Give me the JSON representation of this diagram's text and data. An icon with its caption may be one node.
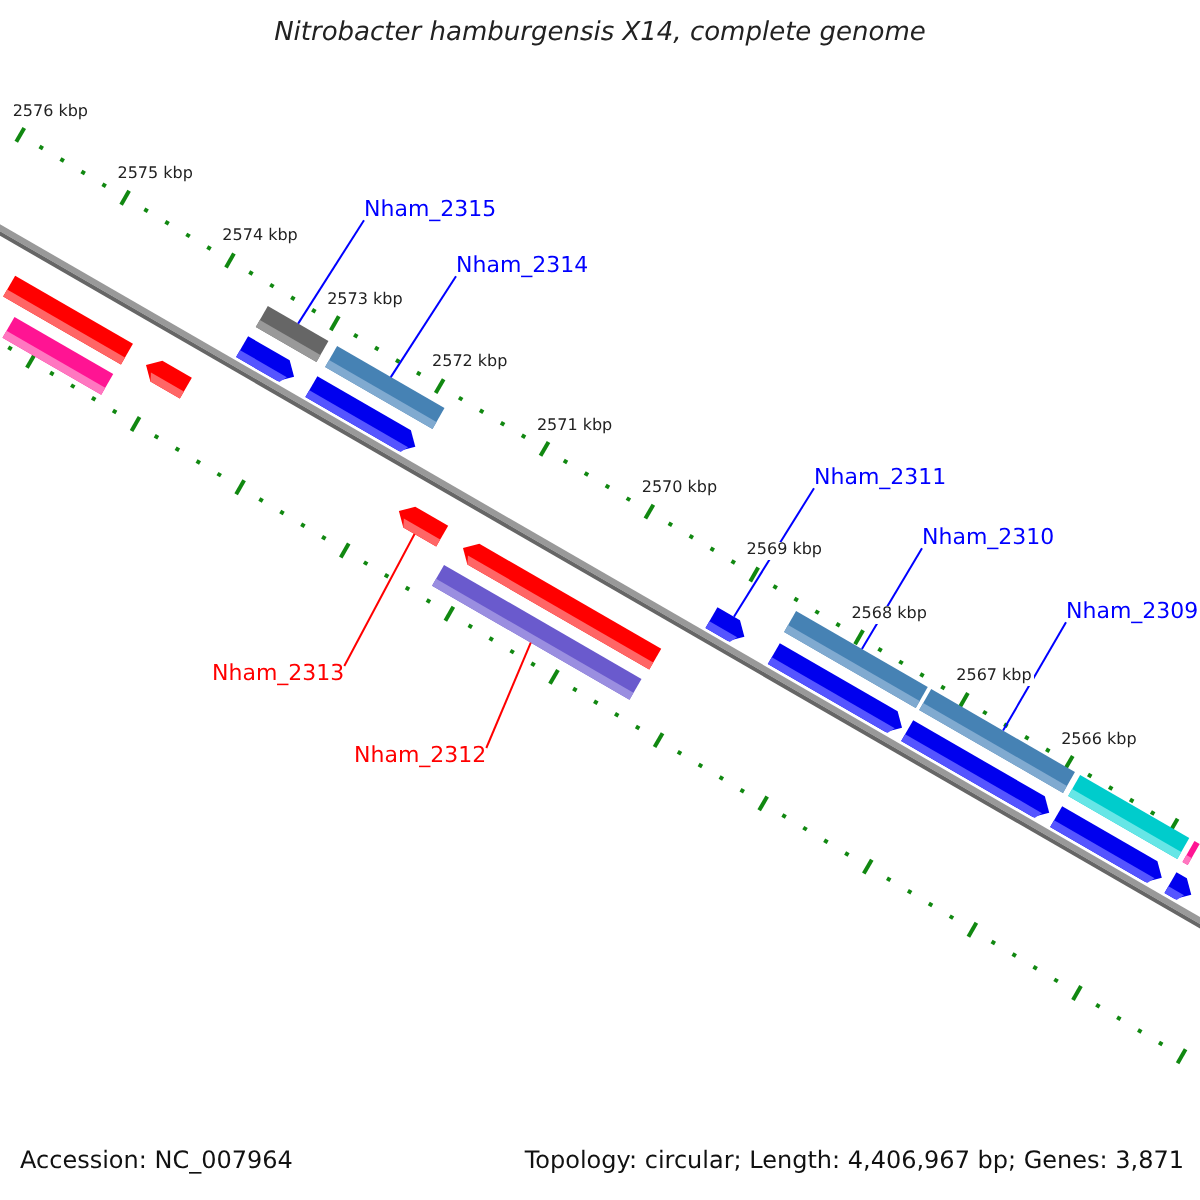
{
  "diagram": {
    "title": "Nitrobacter hamburgensis X14, complete genome",
    "nodes": [
      {
        "text": [
          "Nham_2315"
        ]
      },
      {
        "text": [
          "Nham_2314"
        ]
      },
      {
        "text": [
          "Nham_2311"
        ]
      },
      {
        "text": [
          "Nham_2310"
        ]
      },
      {
        "text": [
          "Nham_2309"
        ]
      },
      {
        "text": [
          "Nham_2313"
        ]
      },
      {
        "text": [
          "Nham_2312"
        ]
      },
      {
        "text": [],
        "shape": "bar"
      },
      {
        "text": [],
        "shape": "bar"
      },
      {
        "text": [],
        "shape": "bar"
      },
      {
        "text": [],
        "shape": "bar"
      },
      {
        "text": [],
        "shape": "bar"
      },
      {
        "text": [],
        "shape": "bar"
      },
      {
        "text": [],
        "shape": "bar"
      },
      {
        "text": [],
        "shape": "bar"
      },
      {
        "text": [],
        "shape": "bar"
      },
      {
        "text": [],
        "shape": "bar"
      },
      {
        "text": [],
        "shape": "bar"
      },
      {
        "text": [],
        "shape": "bar"
      },
      {
        "text": [],
        "shape": "bar"
      },
      {
        "text": [],
        "shape": "bar"
      },
      {
        "text": [],
        "shape": "bar"
      },
      {
        "text": [],
        "shape": "bar"
      },
      {
        "text": [],
        "shape": "bar"
      },
      {
        "text": [],
        "shape": "bar"
      },
      {
        "text": [],
        "shape": "bar"
      }
    ],
    "edges": [
      {
        "from": 0,
        "to": 11,
        "arrow": "none"
      },
      {
        "from": 1,
        "to": 13,
        "arrow": "none"
      },
      {
        "from": 2,
        "to": 17,
        "arrow": "none"
      },
      {
        "from": 3,
        "to": 18,
        "arrow": "none"
      },
      {
        "from": 4,
        "to": 20,
        "arrow": "none"
      },
      {
        "from": 5,
        "to": 14,
        "arrow": "none",
        "color": "#ff0000"
      },
      {
        "from": 6,
        "to": 15,
        "arrow": "none",
        "color": "#ff0000"
      }
    ],
    "labels": [
      "2576 kbp",
      "2575 kbp",
      "2574 kbp",
      "2573 kbp",
      "2572 kbp",
      "2571 kbp",
      "2570 kbp",
      "2569 kbp",
      "2568 kbp",
      "2567 kbp",
      "2566 kbp",
      "Accession: NC_007964",
      "Topology: circular; Length: 4,406,967 bp; Genes: 3,871"
    ]
  }
}
